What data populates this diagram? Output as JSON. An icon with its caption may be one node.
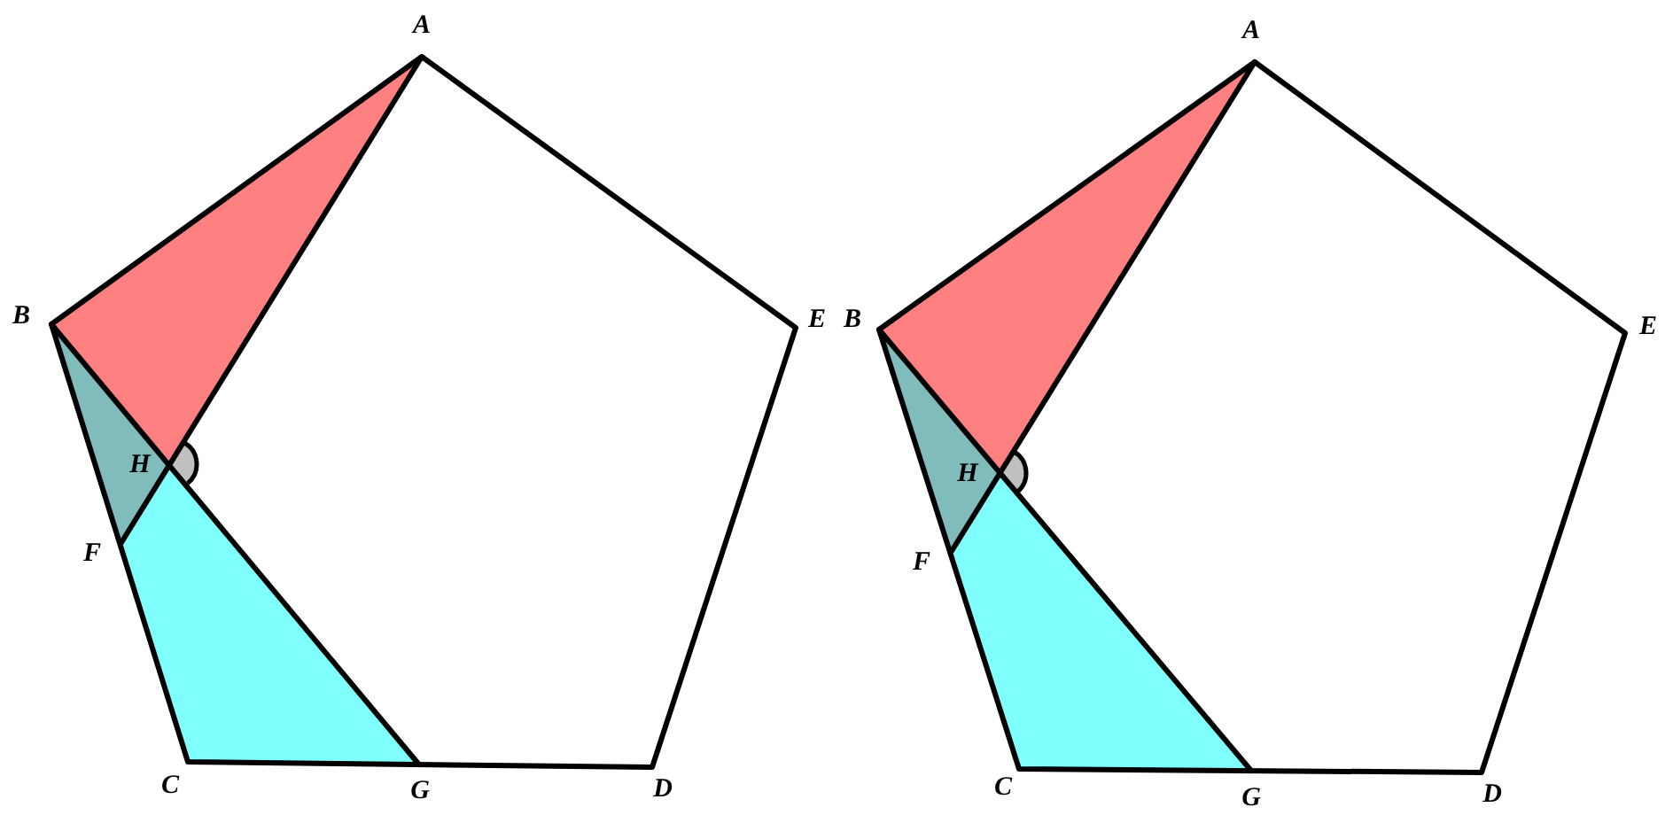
{
  "diagram": {
    "labels": [
      "A",
      "B",
      "E",
      "H",
      "F",
      "C",
      "G",
      "D",
      "A",
      "B",
      "E",
      "H",
      "F",
      "C",
      "G",
      "D"
    ]
  }
}
